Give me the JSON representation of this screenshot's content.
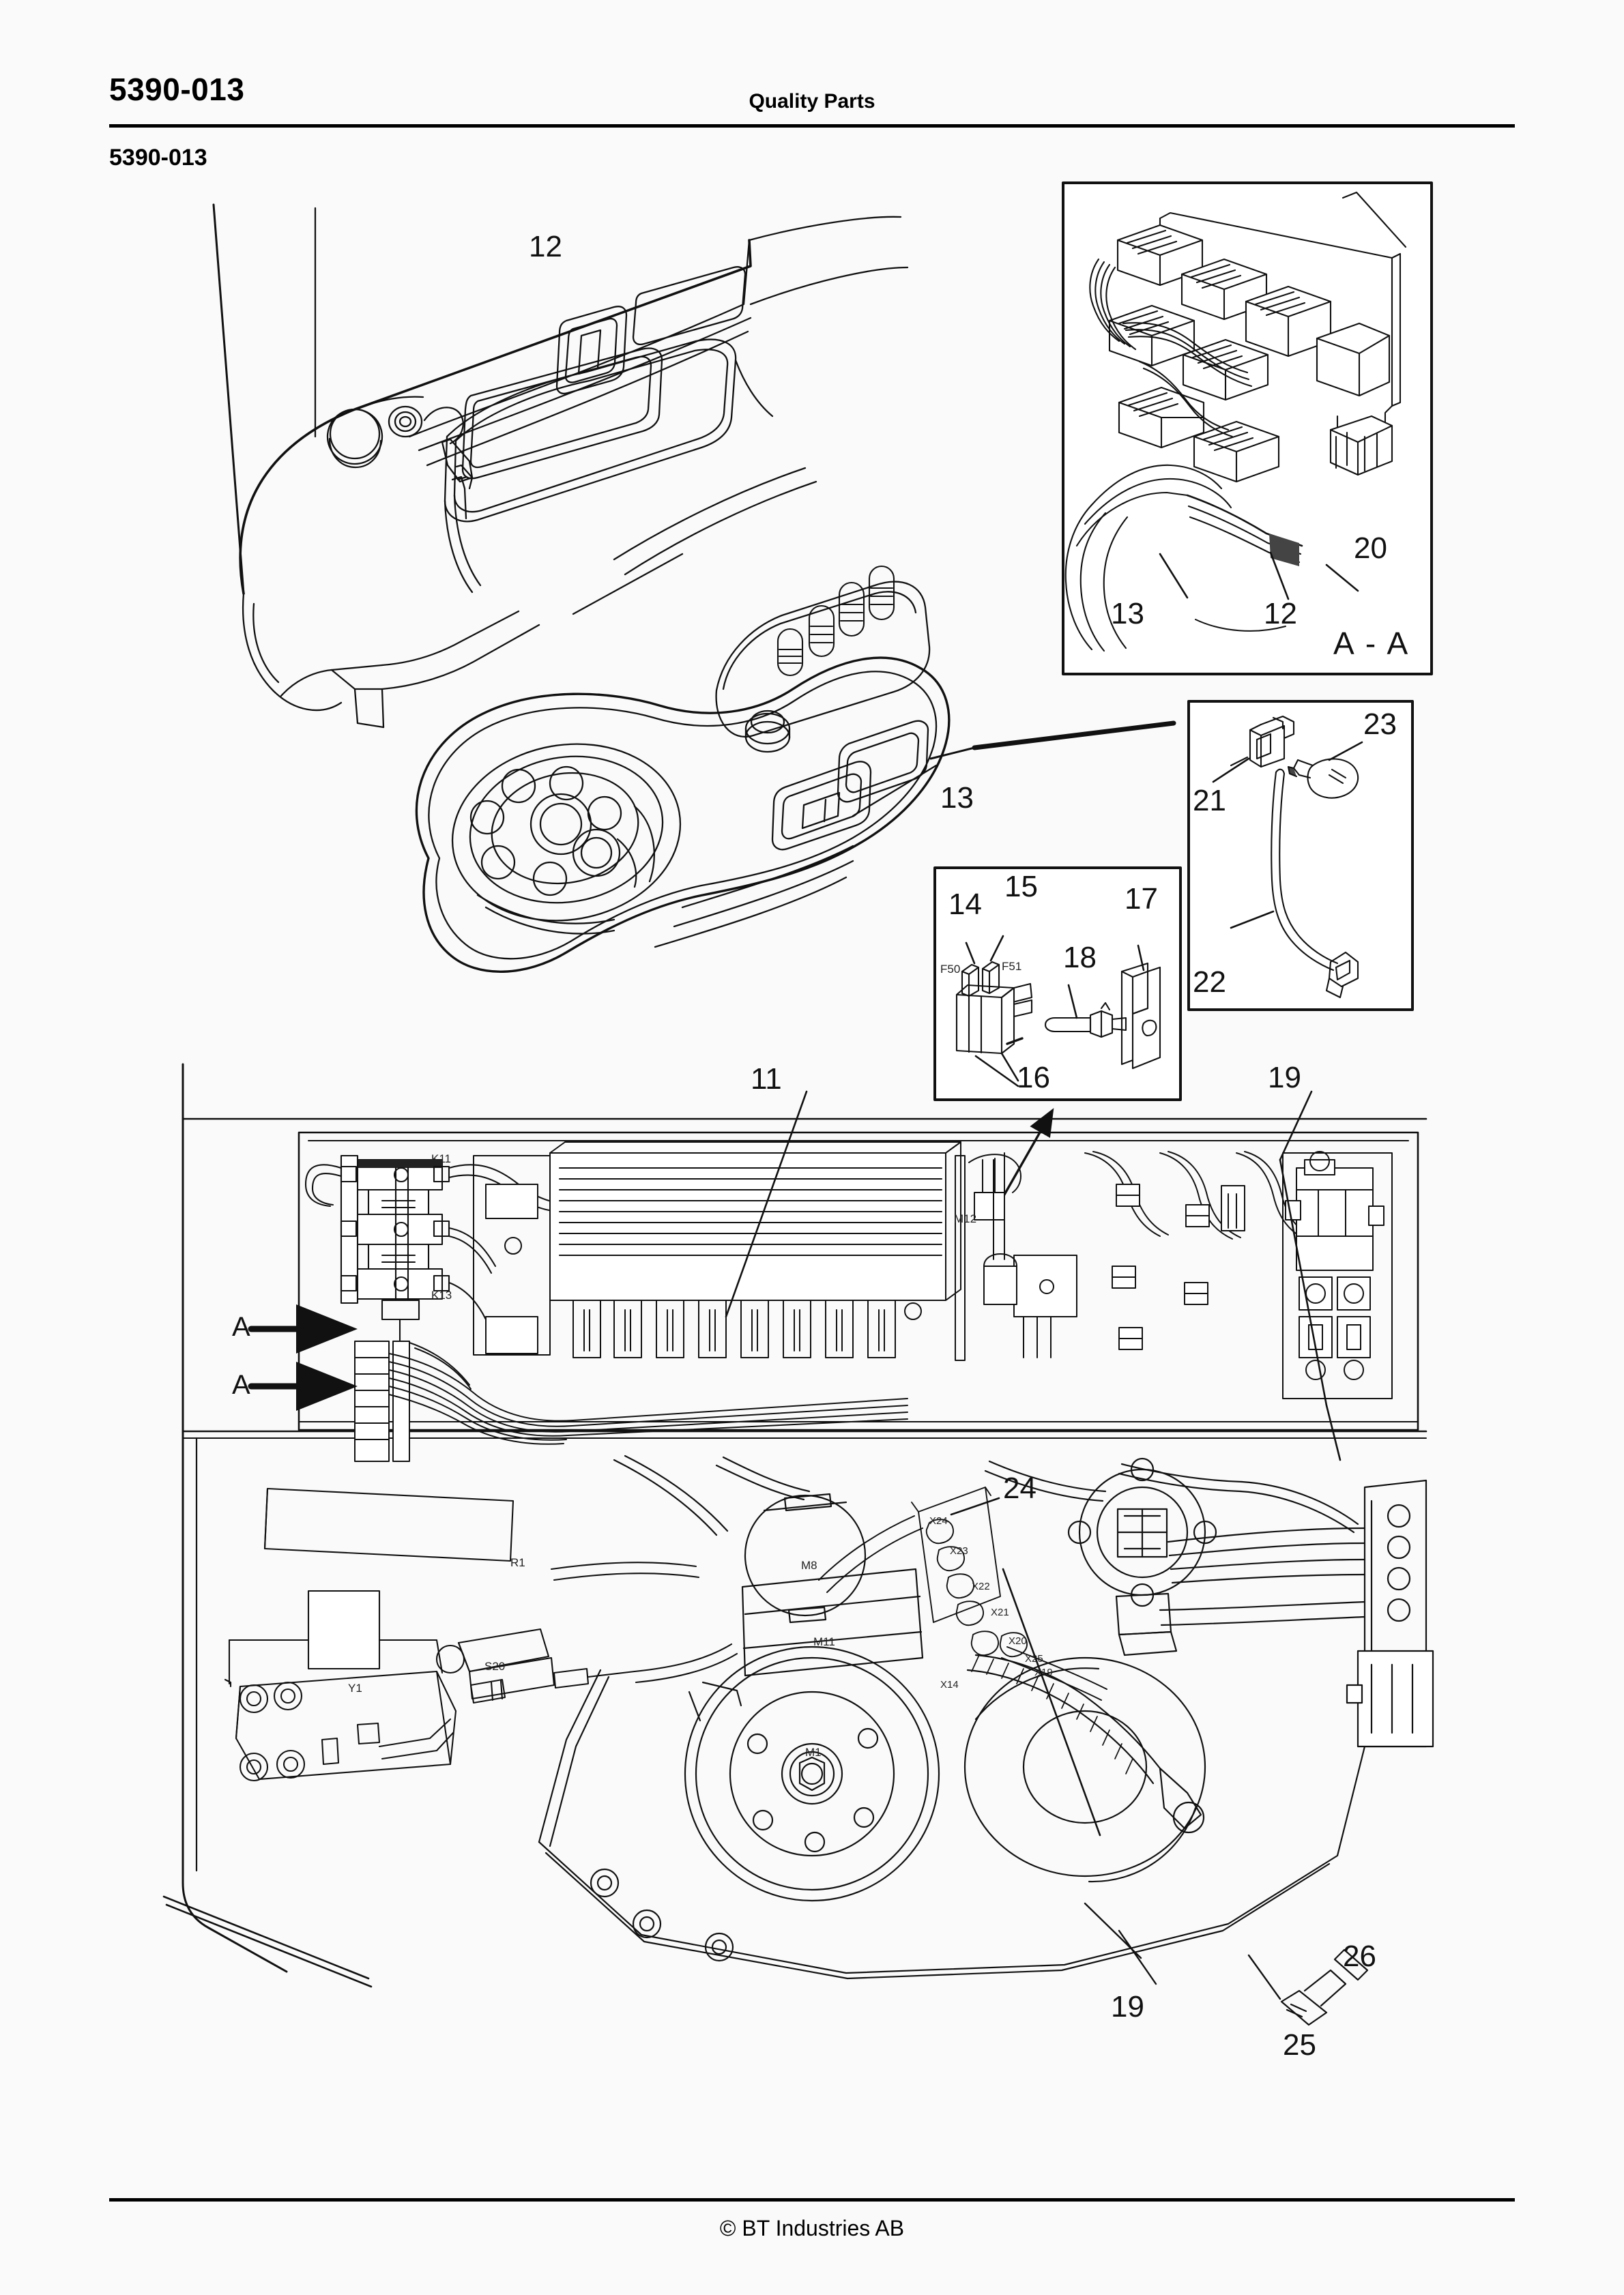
{
  "page": {
    "header_code": "5390-013",
    "header_title": "Quality Parts",
    "section_code": "5390-013",
    "footer": "© BT Industries AB"
  },
  "detail_boxes": {
    "section_view": {
      "caption": "A - A"
    }
  },
  "callouts": [
    {
      "id": "c12_top",
      "text": "12"
    },
    {
      "id": "c13_panel",
      "text": "13"
    },
    {
      "id": "c20_aa",
      "text": "20"
    },
    {
      "id": "c13_aa",
      "text": "13"
    },
    {
      "id": "c12_aa",
      "text": "12"
    },
    {
      "id": "c23",
      "text": "23"
    },
    {
      "id": "c21",
      "text": "21"
    },
    {
      "id": "c22",
      "text": "22"
    },
    {
      "id": "c14",
      "text": "14"
    },
    {
      "id": "c15",
      "text": "15"
    },
    {
      "id": "c17",
      "text": "17"
    },
    {
      "id": "c18",
      "text": "18"
    },
    {
      "id": "c16",
      "text": "16"
    },
    {
      "id": "c11",
      "text": "11"
    },
    {
      "id": "c19_top",
      "text": "19"
    },
    {
      "id": "c24",
      "text": "24"
    },
    {
      "id": "c19_bottom",
      "text": "19"
    },
    {
      "id": "c26",
      "text": "26"
    },
    {
      "id": "c25",
      "text": "25"
    },
    {
      "id": "sectionA_1",
      "text": "A"
    },
    {
      "id": "sectionA_2",
      "text": "A"
    }
  ],
  "component_labels": [
    {
      "id": "F50",
      "text": "F50"
    },
    {
      "id": "F51",
      "text": "F51"
    },
    {
      "id": "K11",
      "text": "K11"
    },
    {
      "id": "K13",
      "text": "K13"
    },
    {
      "id": "M12",
      "text": "M12"
    },
    {
      "id": "R1",
      "text": "R1"
    },
    {
      "id": "S20",
      "text": "S20"
    },
    {
      "id": "Y1",
      "text": "Y1"
    },
    {
      "id": "M8",
      "text": "M8"
    },
    {
      "id": "M11",
      "text": "M11"
    },
    {
      "id": "M1",
      "text": "M1"
    },
    {
      "id": "X24",
      "text": "X24"
    },
    {
      "id": "X23",
      "text": "X23"
    },
    {
      "id": "X22",
      "text": "X22"
    },
    {
      "id": "X21",
      "text": "X21"
    },
    {
      "id": "X20",
      "text": "X20"
    },
    {
      "id": "X25",
      "text": "X25"
    },
    {
      "id": "X19",
      "text": "X19"
    },
    {
      "id": "X14",
      "text": "X14"
    }
  ],
  "colors": {
    "ink": "#111111",
    "paper": "#fafafa",
    "rule": "#000000"
  }
}
